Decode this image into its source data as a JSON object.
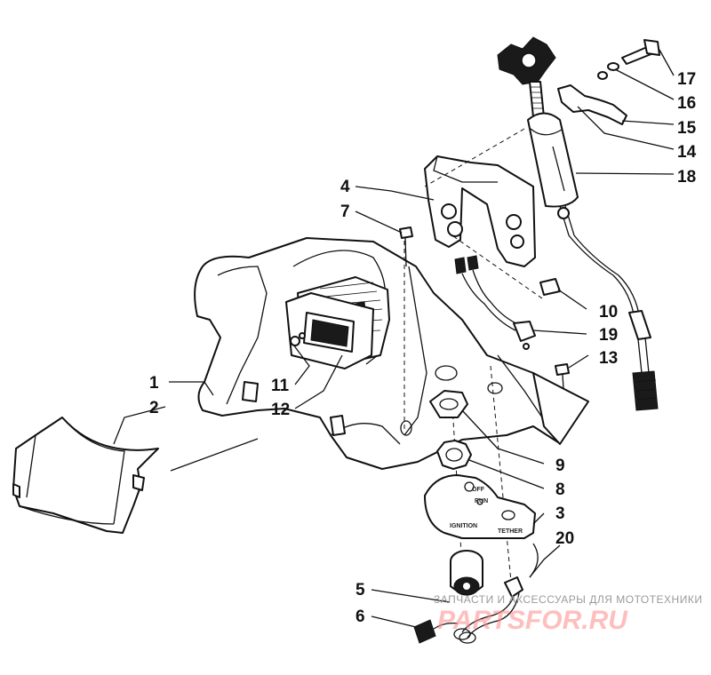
{
  "diagram": {
    "callouts": [
      {
        "id": "1",
        "label": "1"
      },
      {
        "id": "2",
        "label": "2"
      },
      {
        "id": "3",
        "label": "3"
      },
      {
        "id": "4",
        "label": "4"
      },
      {
        "id": "5",
        "label": "5"
      },
      {
        "id": "6",
        "label": "6"
      },
      {
        "id": "7",
        "label": "7"
      },
      {
        "id": "8",
        "label": "8"
      },
      {
        "id": "9",
        "label": "9"
      },
      {
        "id": "10",
        "label": "10"
      },
      {
        "id": "11",
        "label": "11"
      },
      {
        "id": "12",
        "label": "12"
      },
      {
        "id": "13",
        "label": "13"
      },
      {
        "id": "14",
        "label": "14"
      },
      {
        "id": "15",
        "label": "15"
      },
      {
        "id": "16",
        "label": "16"
      },
      {
        "id": "17",
        "label": "17"
      },
      {
        "id": "18",
        "label": "18"
      },
      {
        "id": "19",
        "label": "19"
      },
      {
        "id": "20",
        "label": "20"
      }
    ],
    "plate_labels": {
      "off": "OFF",
      "run": "RUN",
      "ignition": "IGNITION",
      "tether": "TETHER"
    }
  },
  "watermark": {
    "tagline": "ЗАПЧАСТИ И АКСЕССУАРЫ ДЛЯ МОТОТЕХНИКИ",
    "logo": "PARTSFOR.RU"
  },
  "colors": {
    "line": "#111111",
    "background": "#ffffff",
    "watermark_logo": "#ff8a8a"
  }
}
